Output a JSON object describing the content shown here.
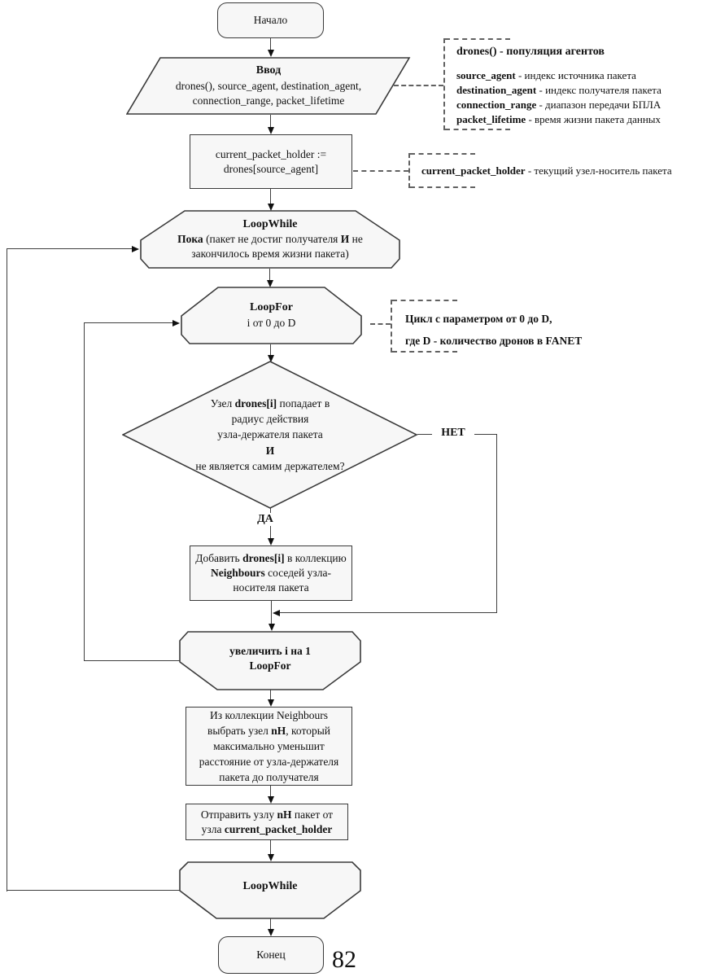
{
  "page_number": "82",
  "colors": {
    "node_fill": "#f7f7f7",
    "node_border": "#3a3a3a",
    "connector": "#3f3f3f",
    "text": "#111111"
  },
  "labels": {
    "yes": "ДА",
    "no": "НЕТ"
  },
  "nodes": {
    "start": {
      "label": "Начало"
    },
    "input": {
      "title": "Ввод",
      "body": [
        [
          {
            "t": "drones(), source_agent, destination_agent,",
            "b": 0
          }
        ],
        [
          {
            "t": "connection_range, packet_lifetime",
            "b": 0
          }
        ]
      ]
    },
    "assign": {
      "body": [
        [
          {
            "t": "current_packet_holder :=",
            "b": 0
          }
        ],
        [
          {
            "t": "drones[source_agent]",
            "b": 0
          }
        ]
      ]
    },
    "loop_while_begin": {
      "title": "LoopWhile",
      "body": [
        [
          {
            "t": "Пока",
            "b": 1
          },
          {
            "t": " (пакет не достиг получателя ",
            "b": 0
          },
          {
            "t": "И",
            "b": 1
          },
          {
            "t": " не",
            "b": 0
          }
        ],
        [
          {
            "t": "закончилось время жизни пакета)",
            "b": 0
          }
        ]
      ]
    },
    "loop_for_begin": {
      "title": "LoopFor",
      "body": [
        [
          {
            "t": "i от 0 до D",
            "b": 0
          }
        ]
      ]
    },
    "decision": {
      "body": [
        [
          {
            "t": "Узел ",
            "b": 0
          },
          {
            "t": "drones[i]",
            "b": 1
          },
          {
            "t": " попадает в",
            "b": 0
          }
        ],
        [
          {
            "t": "радиус действия",
            "b": 0
          }
        ],
        [
          {
            "t": "узла-держателя пакета",
            "b": 0
          }
        ],
        [
          {
            "t": "И",
            "b": 1
          }
        ],
        [
          {
            "t": "не является самим держателем?",
            "b": 0
          }
        ]
      ]
    },
    "add_neighbour": {
      "body": [
        [
          {
            "t": "Добавить ",
            "b": 0
          },
          {
            "t": "drones[i]",
            "b": 1
          },
          {
            "t": " в коллекцию",
            "b": 0
          }
        ],
        [
          {
            "t": "Neighbours",
            "b": 1
          },
          {
            "t": " соседей узла-",
            "b": 0
          }
        ],
        [
          {
            "t": "носителя пакета",
            "b": 0
          }
        ]
      ]
    },
    "loop_for_end": {
      "body": [
        [
          {
            "t": "увеличить i на 1",
            "b": 1
          }
        ],
        [
          {
            "t": "LoopFor",
            "b": 1
          }
        ]
      ]
    },
    "select_next_hop": {
      "body": [
        [
          {
            "t": "Из коллекции Neighbours",
            "b": 0
          }
        ],
        [
          {
            "t": "выбрать узел ",
            "b": 0
          },
          {
            "t": "nH",
            "b": 1
          },
          {
            "t": ", который",
            "b": 0
          }
        ],
        [
          {
            "t": "максимально уменьшит",
            "b": 0
          }
        ],
        [
          {
            "t": "расстояние от узла-держателя",
            "b": 0
          }
        ],
        [
          {
            "t": "пакета до получателя",
            "b": 0
          }
        ]
      ]
    },
    "send_packet": {
      "body": [
        [
          {
            "t": "Отправить узлу ",
            "b": 0
          },
          {
            "t": "nH",
            "b": 1
          },
          {
            "t": " пакет от",
            "b": 0
          }
        ],
        [
          {
            "t": "узла ",
            "b": 0
          },
          {
            "t": "current_packet_holder",
            "b": 1
          }
        ]
      ]
    },
    "loop_while_end": {
      "title": "LoopWhile"
    },
    "end": {
      "label": "Конец"
    }
  },
  "annotations": {
    "input_note": {
      "body": [
        [
          {
            "t": "drones()",
            "b": 1
          },
          {
            "t": " - популяция агентов",
            "b": 1
          }
        ],
        [
          {
            "t": "source_agent",
            "b": 1
          },
          {
            "t": " - индекс источника пакета",
            "b": 0
          }
        ],
        [
          {
            "t": "destination_agent",
            "b": 1
          },
          {
            "t": " - индекс получателя пакета",
            "b": 0
          }
        ],
        [
          {
            "t": "connection_range",
            "b": 1
          },
          {
            "t": " - диапазон передачи БПЛА",
            "b": 0
          }
        ],
        [
          {
            "t": "packet_lifetime",
            "b": 1
          },
          {
            "t": " - время жизни пакета данных",
            "b": 0
          }
        ]
      ]
    },
    "holder_note": {
      "body": [
        [
          {
            "t": "current_packet_holder",
            "b": 1
          },
          {
            "t": " - текущий узел-носитель пакета",
            "b": 0
          }
        ]
      ]
    },
    "loop_note": {
      "body": [
        [
          {
            "t": "Цикл с параметром от 0 до D,",
            "b": 1
          }
        ],
        [
          {
            "t": "где D - количество дронов в FANET",
            "b": 1
          }
        ]
      ]
    }
  }
}
